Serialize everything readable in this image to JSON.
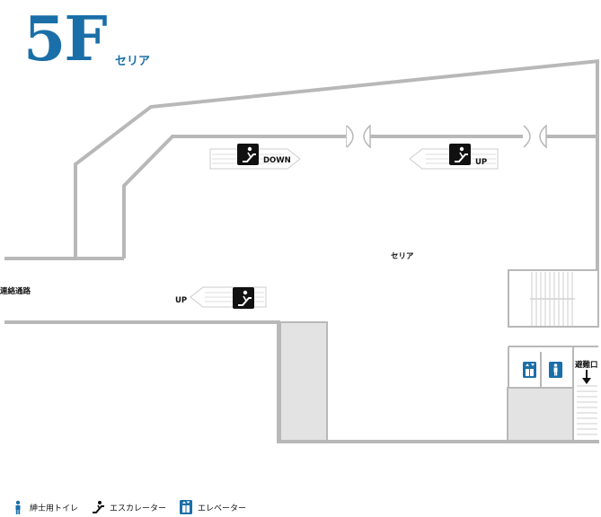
{
  "floor": {
    "number": "5F",
    "tenant": "セリア"
  },
  "map_labels": {
    "connecting_passage": "連絡通路",
    "store": "セリア",
    "evacuation": "避難口",
    "escalator_down": "DOWN",
    "escalator_up_top": "UP",
    "escalator_up_left": "UP"
  },
  "legend": {
    "mens_toilet": "紳士用トイレ",
    "escalator": "エスカレーター",
    "elevator": "エレベーター"
  },
  "colors": {
    "accent": "#1a6fa8",
    "wall": "#b8b8b8",
    "room_fill": "#e3e3e3",
    "icon_dark": "#111111"
  }
}
